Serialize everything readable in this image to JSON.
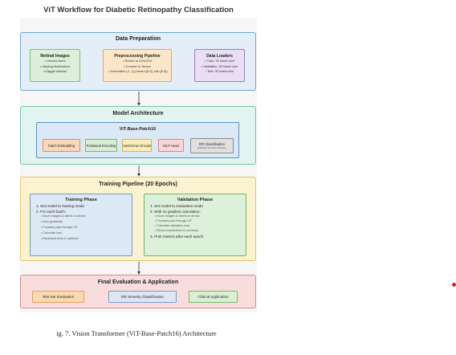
{
  "title": "ViT Workflow for Diabetic Retinopathy Classification",
  "caption": "ig. 7.  Vision Transformer (ViT-Base-Patch16) Architecture",
  "data_preparation": {
    "title": "Data Preparation",
    "retinal": {
      "title": "Retinal Images",
      "lines": [
        "• Various sizes",
        "• Varying illumination",
        "• Kaggle dataset"
      ]
    },
    "preprocessing": {
      "title": "Preprocessing Pipeline",
      "lines": [
        "• Resize to 224×224",
        "• Convert to Tensor",
        "• Normalize [-1, 1] (mean=[0.5], std=[0.5])"
      ]
    },
    "loaders": {
      "title": "Data Loaders",
      "lines": [
        "• Train: 32 batch size",
        "• Validation: 32 batch size",
        "• Test: 32 batch size"
      ]
    }
  },
  "model_architecture": {
    "title": "Model Architecture",
    "inner_title": "ViT-Base-Patch16",
    "blocks": [
      "Patch Embedding",
      "Positional Encoding",
      "Transformer Encoder",
      "MLP Head",
      "DR Classification"
    ],
    "dr_sub": "(Multiple Severity Classes)"
  },
  "training": {
    "title": "Training Pipeline (20 Epochs)",
    "training_phase": {
      "title": "Training Phase",
      "step1": "1. Set model to training mode",
      "step2": "2. For each batch:",
      "subs": [
        "• Move images & labels to device",
        "• Zero gradients",
        "• Forward pass through ViT",
        "• Calculate loss",
        "• Backward pass & optimize"
      ]
    },
    "validation_phase": {
      "title": "Validation Phase",
      "step1": "1. Set model to evaluation mode",
      "step2": "2. With no gradient calculation:",
      "subs": [
        "• Move images & labels to device",
        "• Forward pass through ViT",
        "• Calculate validation loss",
        "• Record predictions & accuracy"
      ],
      "step3": "3. Print metrics after each epoch"
    }
  },
  "final": {
    "title": "Final Evaluation & Application",
    "blocks": [
      "Test Set Evaluation",
      "DR Severity Classification",
      "Clinical Application"
    ]
  }
}
